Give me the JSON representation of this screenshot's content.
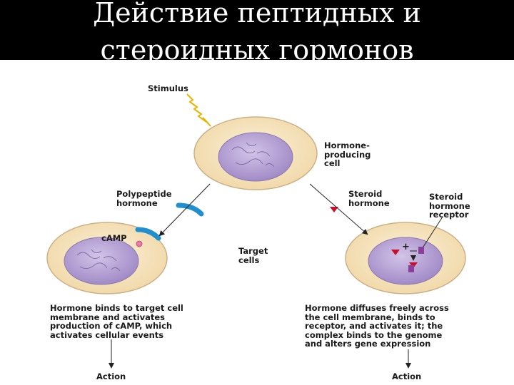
{
  "title": {
    "line1": "Действие пептидных и",
    "line2": "стероидных гормонов"
  },
  "diagram": {
    "stimulus": "Stimulus",
    "producing_cell": "Hormone-\nproducing\ncell",
    "polypeptide_hormone": "Polypeptide\nhormone",
    "steroid_hormone": "Steroid\nhormone",
    "steroid_receptor": "Steroid\nhormone\nreceptor",
    "camp": "cAMP",
    "target_cells": "Target\ncells",
    "left_description": "Hormone binds to target cell\nmembrane and activates\nproduction of cAMP, which\nactivates cellular events",
    "right_description": "Hormone diffuses freely across\nthe cell membrane, binds to\nreceptor, and activates it; the\ncomplex binds to the genome\nand alters gene expression",
    "left_action": "Action",
    "right_action": "Action",
    "plus": "+"
  },
  "colors": {
    "cell_fill": "#f6e2b8",
    "cell_edge": "#c8a878",
    "nucleus_fill": "#b7a2d4",
    "hormone_blue": "#1f8fd0",
    "steroid_red": "#c8102e",
    "receptor_purple": "#8a3f98",
    "camp_pink": "#e878a8"
  }
}
